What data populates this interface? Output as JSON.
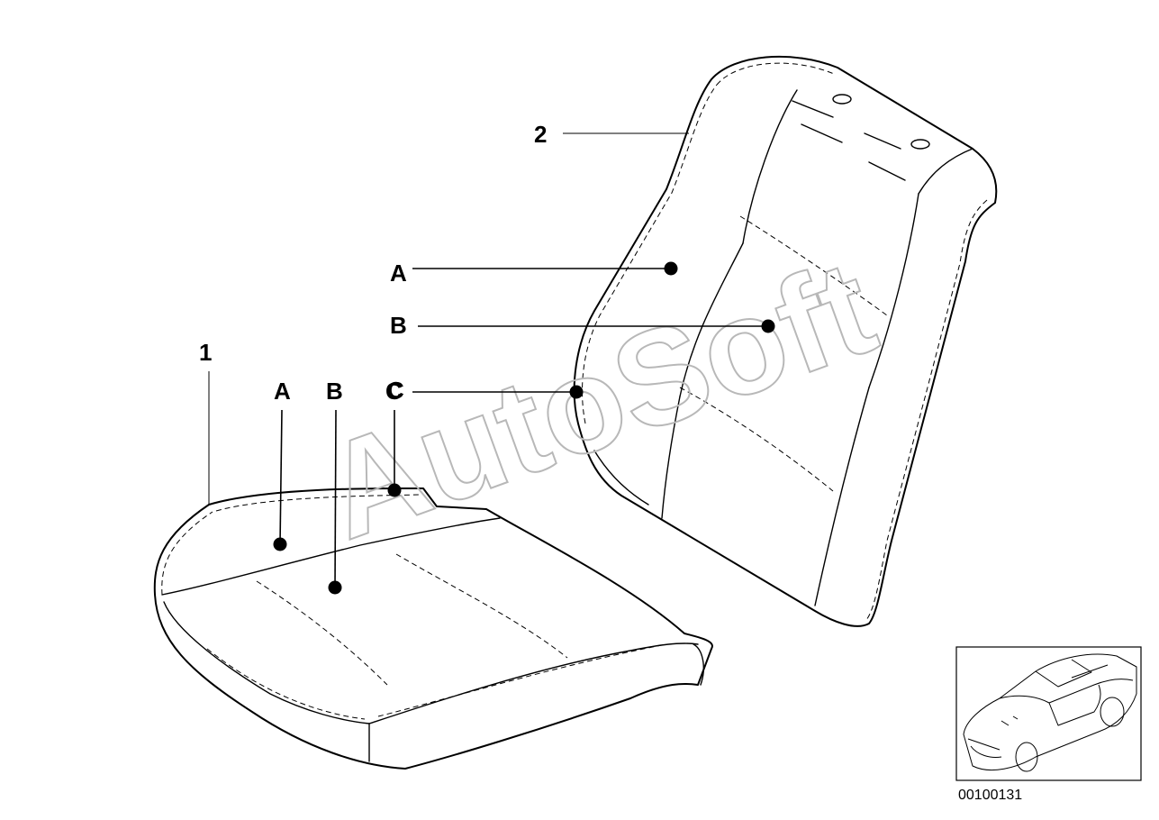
{
  "parts": [
    {
      "key": "seat_cushion_cover",
      "number": "1"
    },
    {
      "key": "backrest_cover",
      "number": "2"
    }
  ],
  "zones": {
    "seat": [
      "A",
      "B",
      "C"
    ],
    "backrest": [
      "A",
      "B",
      "C"
    ]
  },
  "watermark": "AutoSoft",
  "thumbnail": {
    "icon": "car-icon"
  },
  "diagram_code": "00100131"
}
